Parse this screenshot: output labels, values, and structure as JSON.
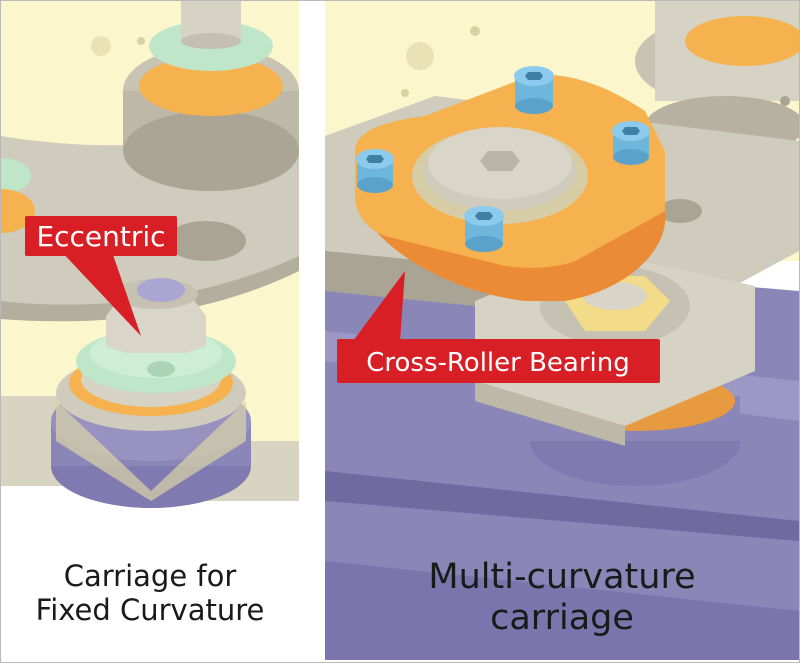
{
  "panels": {
    "left": {
      "callout": "Eccentric",
      "caption_line1": "Carriage for",
      "caption_line2": "Fixed Curvature"
    },
    "right": {
      "callout": "Cross-Roller Bearing",
      "caption_line1": "Multi-curvature",
      "caption_line2": "carriage"
    }
  },
  "colors": {
    "plate_yellow": "#fbf6cc",
    "plate_beige": "#cfcbbd",
    "rail_purple": "#8a86b8",
    "wheel_purple": "#7f7ab0",
    "bearing_orange": "#f5b24e",
    "washer_green": "#bfe6c8",
    "screw_blue": "#6fb6dd",
    "callout_red": "#d91f26"
  }
}
